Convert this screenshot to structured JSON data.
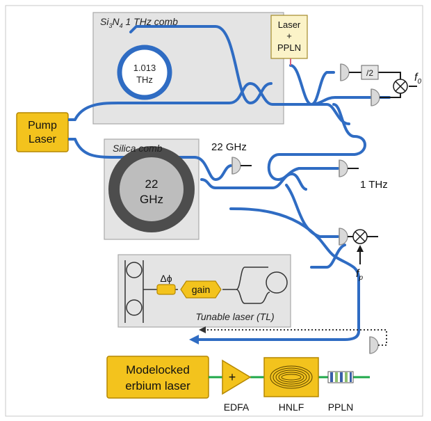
{
  "colors": {
    "fiber": "#2f6cc3",
    "box_fill": "#f3c31d",
    "box_stroke": "#b58700",
    "panel_fill": "#e4e4e4",
    "panel_stroke": "#a9a9a9",
    "laser_box_fill": "#fbf3c8",
    "green_line": "#1fa84a"
  },
  "pump_laser": {
    "line1": "Pump",
    "line2": "Laser"
  },
  "si3n4_comb": {
    "title_main": "Si",
    "sub1": "3",
    "title_mid": "N",
    "sub2": "4",
    "title_rest": " 1 THz comb",
    "ring_line1": "1.013",
    "ring_line2": "THz"
  },
  "laser_ppln": {
    "line1": "Laser",
    "line2": "+",
    "line3": "PPLN"
  },
  "half_box": {
    "label": "/2"
  },
  "f0_label": {
    "main": "f",
    "sub": "0"
  },
  "silica_comb": {
    "title": "Silica comb",
    "ring_line1": "22",
    "ring_line2": "GHz"
  },
  "label_22ghz": "22 GHz",
  "label_1thz": "1 THz",
  "fp_label": {
    "main": "f",
    "sub": "p"
  },
  "tunable_laser": {
    "phase": "Δϕ",
    "gain": "gain",
    "title": "Tunable laser (TL)"
  },
  "modelocked": {
    "line1": "Modelocked",
    "line2": "erbium laser"
  },
  "edfa": {
    "symbol": "+",
    "label": "EDFA"
  },
  "hnlf": {
    "label": "HNLF"
  },
  "ppln": {
    "label": "PPLN"
  }
}
